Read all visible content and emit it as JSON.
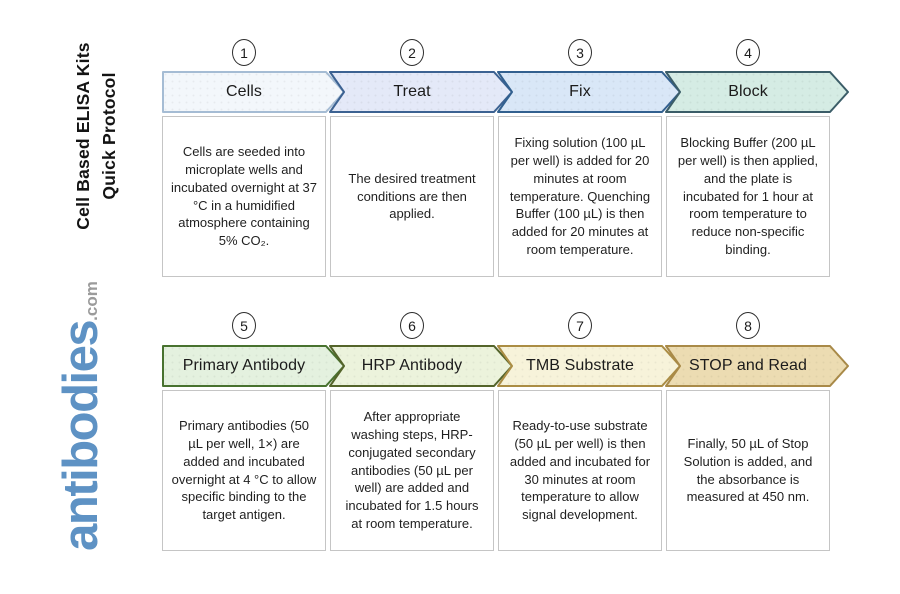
{
  "page": {
    "background": "#ffffff"
  },
  "sidebar": {
    "title_line1": "Cell Based ELISA Kits",
    "title_line2": "Quick Protocol",
    "logo_text": "antibodies",
    "logo_suffix": ".com",
    "logo_color": "#5e92c4",
    "logo_suffix_color": "#9b9b9b",
    "title_color": "#141414"
  },
  "steps": [
    {
      "number": "1",
      "label": "Cells",
      "description": "Cells are seeded into microplate wells and incubated overnight at 37 °C in a humidified atmosphere containing 5% CO₂.",
      "colors": {
        "fill": "#f3f7fb",
        "stroke": "#a5bcd4"
      }
    },
    {
      "number": "2",
      "label": "Treat",
      "description": "The desired treatment conditions are then applied.",
      "colors": {
        "fill": "#e4e9f8",
        "stroke": "#3c6292"
      }
    },
    {
      "number": "3",
      "label": "Fix",
      "description": "Fixing solution (100 µL per well) is added for 20 minutes at room temperature. Quenching Buffer (100 µL) is then added for 20 minutes at room temperature.",
      "colors": {
        "fill": "#d9e7f7",
        "stroke": "#32608f"
      }
    },
    {
      "number": "4",
      "label": "Block",
      "description": "Blocking Buffer (200 µL per well) is then applied, and the plate is incubated for 1 hour at room temperature to reduce non-specific binding.",
      "colors": {
        "fill": "#d5ece4",
        "stroke": "#3b5d68"
      }
    },
    {
      "number": "5",
      "label": "Primary Antibody",
      "description": "Primary antibodies (50 µL per well, 1×) are added and incubated overnight at 4 °C to allow specific binding to the target antigen.",
      "colors": {
        "fill": "#e4f1df",
        "stroke": "#48722f"
      }
    },
    {
      "number": "6",
      "label": "HRP Antibody",
      "description": "After appropriate washing steps, HRP-conjugated secondary antibodies (50 µL per well) are added and incubated for 1.5 hours at room temperature.",
      "colors": {
        "fill": "#ecf3dc",
        "stroke": "#54642a"
      }
    },
    {
      "number": "7",
      "label": "TMB Substrate",
      "description": "Ready-to-use substrate (50 µL per well) is then added and incubated for 30 minutes at room temperature to allow signal development.",
      "colors": {
        "fill": "#f7f3da",
        "stroke": "#ab8d44"
      }
    },
    {
      "number": "8",
      "label": "STOP and Read",
      "description": "Finally, 50 µL of Stop Solution is added, and the absorbance is measured at 450 nm.",
      "colors": {
        "fill": "#ecdcb2",
        "stroke": "#a98a48"
      }
    }
  ]
}
